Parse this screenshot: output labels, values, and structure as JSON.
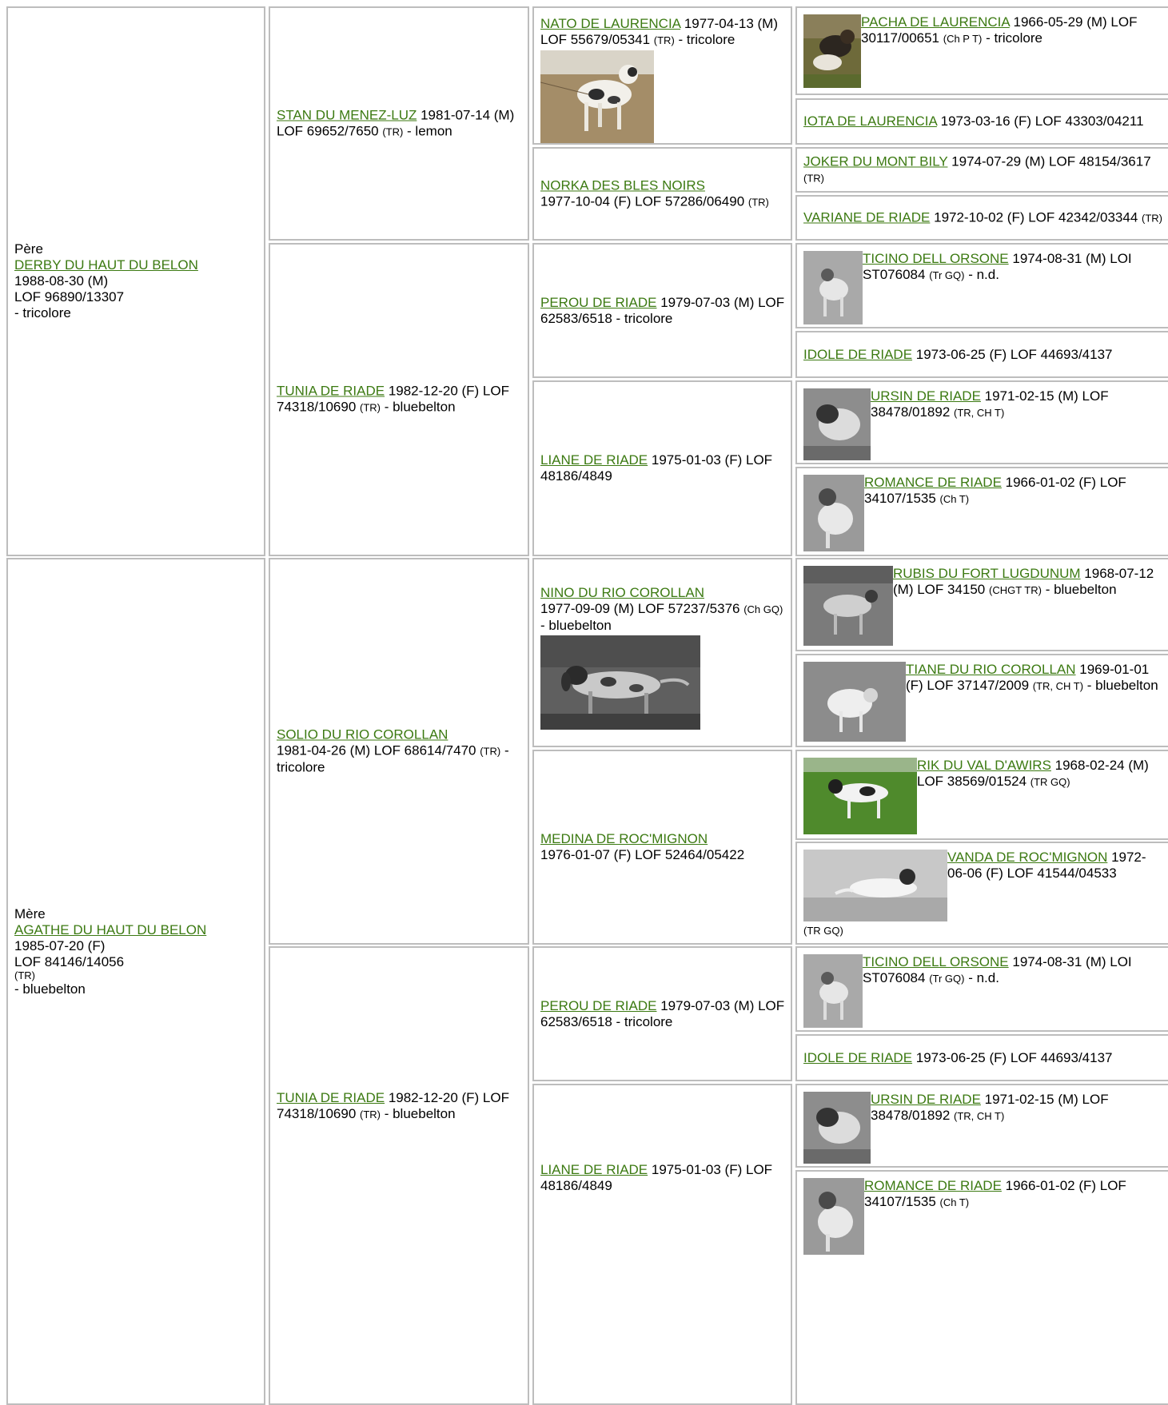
{
  "gen1": [
    {
      "role": "Père",
      "name": "DERBY DU HAUT DU BELON",
      "line1": "1988-08-30 (M)",
      "line2": "LOF 96890/13307",
      "note": "",
      "line3": "- tricolore"
    },
    {
      "role": "Mère",
      "name": "AGATHE DU HAUT DU BELON",
      "line1": "1985-07-20 (F)",
      "line2": "LOF 84146/14056",
      "note": "(TR)",
      "line3": "- bluebelton"
    }
  ],
  "gen2": [
    {
      "name": "STAN DU MENEZ-LUZ",
      "text1": " 1981-07-14 (M) LOF 69652/7650 ",
      "note": "(TR)",
      "text2": " - lemon"
    },
    {
      "name": "TUNIA DE RIADE",
      "text1": " 1982-12-20 (F) LOF 74318/10690 ",
      "note": "(TR)",
      "text2": " - bluebelton"
    },
    {
      "name": "SOLIO DU RIO COROLLAN",
      "text1": " 1981-04-26 (M) LOF 68614/7470 ",
      "note": "(TR)",
      "text2": " - tricolore"
    },
    {
      "name": "TUNIA DE RIADE",
      "text1": " 1982-12-20 (F) LOF 74318/10690 ",
      "note": "(TR)",
      "text2": " - bluebelton"
    }
  ],
  "gen3": [
    {
      "name": "NATO DE LAURENCIA",
      "text1": " 1977-04-13 (M) LOF 55679/05341 ",
      "note": "(TR)",
      "text2": " - tricolore",
      "photo": "pointer-dog-photo"
    },
    {
      "name": "NORKA DES BLES NOIRS",
      "text1": " 1977-10-04 (F) LOF 57286/06490 ",
      "note": "(TR)",
      "text2": ""
    },
    {
      "name": "PEROU DE RIADE",
      "text1": " 1979-07-03 (M) LOF 62583/6518 - tricolore",
      "note": "",
      "text2": ""
    },
    {
      "name": "LIANE DE RIADE",
      "text1": " 1975-01-03 (F) LOF 48186/4849",
      "note": "",
      "text2": ""
    },
    {
      "name": "NINO DU RIO COROLLAN",
      "text1": " 1977-09-09 (M) LOF 57237/5376 ",
      "note": "(Ch GQ)",
      "text2": " - bluebelton",
      "photo": "setter-dog-photo"
    },
    {
      "name": "MEDINA DE ROC'MIGNON",
      "text1": " 1976-01-07 (F) LOF 52464/05422",
      "note": "",
      "text2": ""
    },
    {
      "name": "PEROU DE RIADE",
      "text1": " 1979-07-03 (M) LOF 62583/6518 - tricolore",
      "note": "",
      "text2": ""
    },
    {
      "name": "LIANE DE RIADE",
      "text1": " 1975-01-03 (F) LOF 48186/4849",
      "note": "",
      "text2": ""
    }
  ],
  "gen4": [
    {
      "name": "PACHA DE LAURENCIA",
      "text1": " 1966-05-29 (M) LOF 30117/00651 ",
      "note": "(Ch P T)",
      "text2": " - tricolore"
    },
    {
      "name": "IOTA DE LAURENCIA",
      "text1": " 1973-03-16 (F) LOF 43303/04211",
      "note": "",
      "text2": ""
    },
    {
      "name": "JOKER DU MONT BILY",
      "text1": " 1974-07-29 (M) LOF 48154/3617 ",
      "note": "(TR)",
      "text2": ""
    },
    {
      "name": "VARIANE DE RIADE",
      "text1": " 1972-10-02 (F) LOF 42342/03344 ",
      "note": "(TR)",
      "text2": ""
    },
    {
      "name": "TICINO DELL ORSONE",
      "text1": " 1974-08-31 (M) LOI ST076084 ",
      "note": "(Tr GQ)",
      "text2": " - n.d."
    },
    {
      "name": "IDOLE DE RIADE",
      "text1": " 1973-06-25 (F) LOF 44693/4137",
      "note": "",
      "text2": ""
    },
    {
      "name": "URSIN DE RIADE",
      "text1": " 1971-02-15 (M) LOF 38478/01892 ",
      "note": "(TR, CH T)",
      "text2": ""
    },
    {
      "name": "ROMANCE DE RIADE",
      "text1": " 1966-01-02 (F) LOF 34107/1535 ",
      "note": "(Ch T)",
      "text2": ""
    },
    {
      "name": "RUBIS DU FORT LUGDUNUM",
      "text1": " 1968-07-12 (M) LOF 34150 ",
      "note": "(CHGT TR)",
      "text2": " - bluebelton"
    },
    {
      "name": "TIANE DU RIO COROLLAN",
      "text1": " 1969-01-01 (F) LOF 37147/2009 ",
      "note": "(TR, CH T)",
      "text2": " - bluebelton"
    },
    {
      "name": "RIK DU VAL D'AWIRS",
      "text1": " 1968-02-24 (M) LOF 38569/01524 ",
      "note": "(TR GQ)",
      "text2": ""
    },
    {
      "name": "VANDA DE ROC'MIGNON",
      "text1": " 1972-06-06 (F) LOF 41544/04533",
      "note": "(TR GQ)",
      "text2": ""
    },
    {
      "name": "TICINO DELL ORSONE",
      "text1": " 1974-08-31 (M) LOI ST076084 ",
      "note": "(Tr GQ)",
      "text2": " - n.d."
    },
    {
      "name": "IDOLE DE RIADE",
      "text1": " 1973-06-25 (F) LOF 44693/4137",
      "note": "",
      "text2": ""
    },
    {
      "name": "URSIN DE RIADE",
      "text1": " 1971-02-15 (M) LOF 38478/01892 ",
      "note": "(TR, CH T)",
      "text2": ""
    },
    {
      "name": "ROMANCE DE RIADE",
      "text1": " 1966-01-02 (F) LOF 34107/1535 ",
      "note": "(Ch T)",
      "text2": ""
    }
  ]
}
